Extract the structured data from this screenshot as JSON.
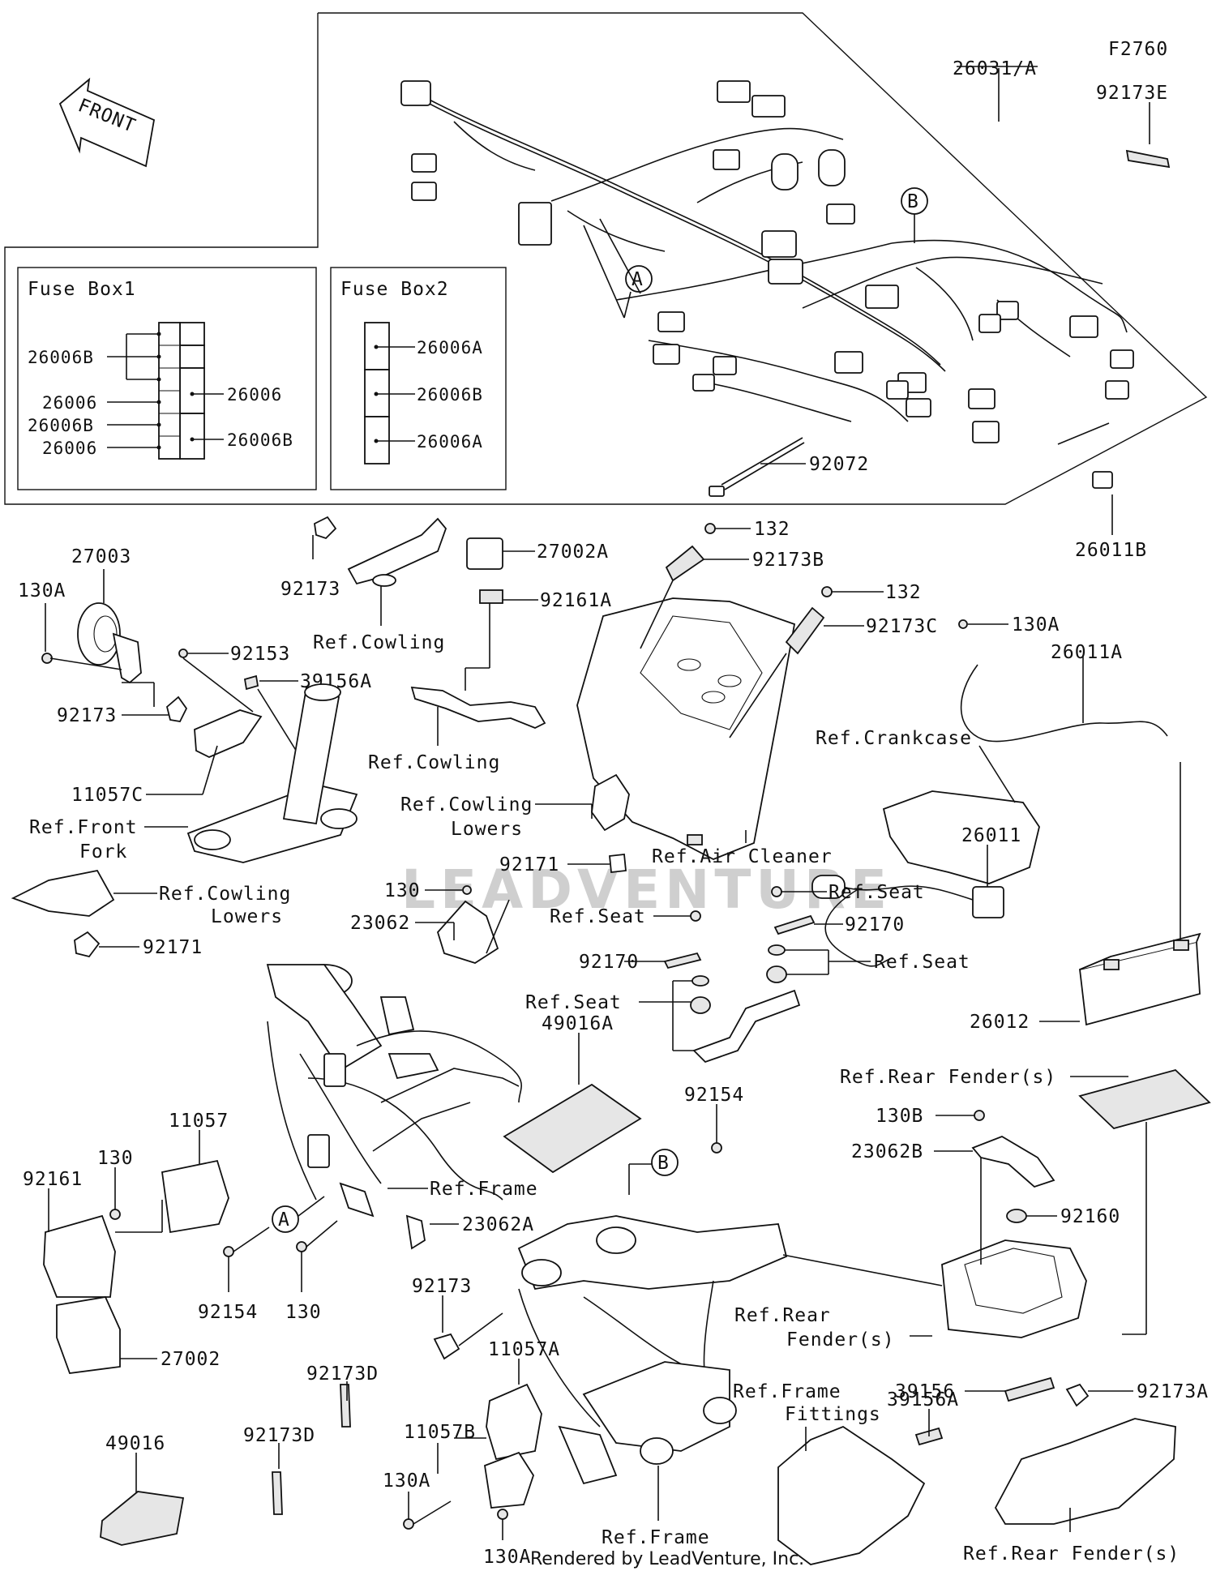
{
  "figure_code": "F2760",
  "front_label": "FRONT",
  "fuse_box1": {
    "title": "Fuse Box1",
    "labels": [
      "26006B",
      "26006",
      "26006B",
      "26006",
      "26006",
      "26006B"
    ]
  },
  "fuse_box2": {
    "title": "Fuse Box2",
    "labels": [
      "26006A",
      "26006B",
      "26006A"
    ]
  },
  "callouts": {
    "harness": "26031/A",
    "p92173E": "92173E",
    "p92072": "92072",
    "p26011B": "26011B",
    "p27003": "27003",
    "p130A_1": "130A",
    "p92173_1": "92173",
    "p92153": "92153",
    "p39156A_1": "39156A",
    "p92173_2": "92173",
    "p11057C": "11057C",
    "ref_front_fork_1": "Ref.Front",
    "ref_front_fork_2": "Fork",
    "ref_cowling_1": "Ref.Cowling",
    "p27002A": "27002A",
    "p92161A": "92161A",
    "ref_cowling_2": "Ref.Cowling",
    "ref_cowling_lowers_a1": "Ref.Cowling",
    "ref_cowling_lowers_a2": "Lowers",
    "p132_1": "132",
    "p92173B": "92173B",
    "p132_2": "132",
    "p92173C": "92173C",
    "ref_air_cleaner": "Ref.Air Cleaner",
    "p92171_1": "92171",
    "p130A_2": "130A",
    "p26011A": "26011A",
    "ref_crankcase": "Ref.Crankcase",
    "p26011": "26011",
    "ref_cowling_lowers_b1": "Ref.Cowling",
    "ref_cowling_lowers_b2": "Lowers",
    "p92171_2": "92171",
    "p130_1": "130",
    "p23062": "23062",
    "ref_seat_1": "Ref.Seat",
    "ref_seat_2": "Ref.Seat",
    "p92170_1": "92170",
    "p92170_2": "92170",
    "ref_seat_3": "Ref.Seat",
    "ref_seat_4": "Ref.Seat",
    "p26012": "26012",
    "ref_rear_fender_1": "Ref.Rear Fender(s)",
    "p49016A": "49016A",
    "p92154_1": "92154",
    "p130B": "130B",
    "p23062B": "23062B",
    "p11057": "11057",
    "p130_2": "130",
    "p92161": "92161",
    "ref_frame_1": "Ref.Frame",
    "p92160": "92160",
    "p23062A": "23062A",
    "p92154_2": "92154",
    "p130_3": "130",
    "p92173_3": "92173",
    "ref_rear_fender_2a": "Ref.Rear",
    "ref_rear_fender_2b": "Fender(s)",
    "p27002": "27002",
    "p92173D_1": "92173D",
    "p11057A": "11057A",
    "ref_frame_fittings_1": "Ref.Frame",
    "ref_frame_fittings_2": "Fittings",
    "p39156": "39156",
    "p92173A": "92173A",
    "p49016": "49016",
    "p92173D_2": "92173D",
    "p11057B": "11057B",
    "p130A_3": "130A",
    "p39156A_2": "39156A",
    "p130A_4": "130A",
    "ref_frame_2": "Ref.Frame",
    "ref_rear_fender_3": "Ref.Rear Fender(s)"
  },
  "markers": {
    "a_top": "A",
    "b_top": "B",
    "a_bottom": "A",
    "b_bottom": "B"
  },
  "watermark": "LEADVENTURE",
  "credit": "Rendered by LeadVenture, Inc."
}
